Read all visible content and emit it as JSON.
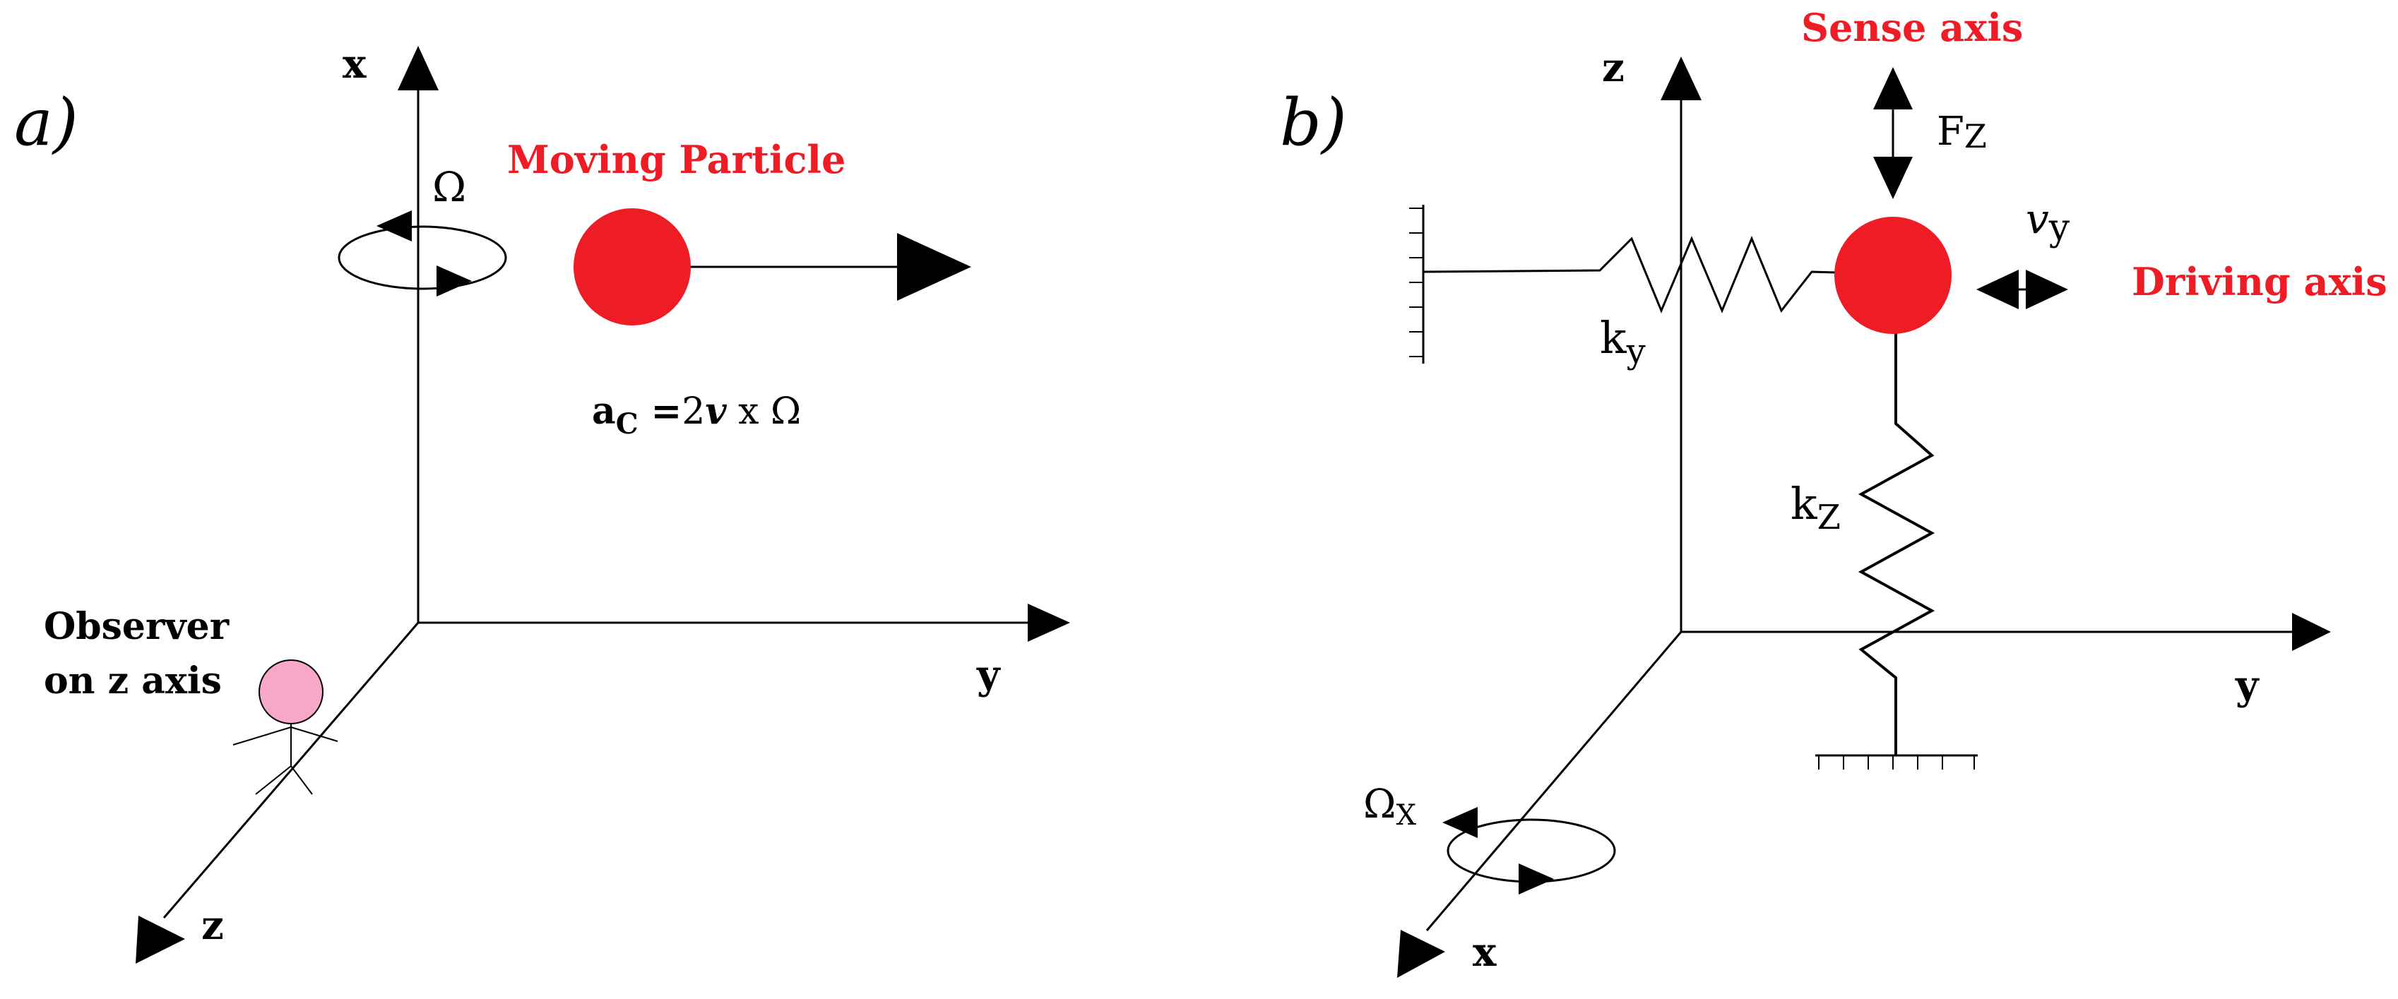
{
  "colors": {
    "accent_red": "#ee1c25",
    "observer_pink": "#f7a8c8",
    "line": "#000000",
    "background": "#ffffff"
  },
  "panel_a": {
    "label": "a)",
    "axis_x": "x",
    "axis_y": "y",
    "axis_z": "z",
    "omega": "Ω",
    "particle_label": "Moving Particle",
    "formula": {
      "a": "a",
      "sub": "C",
      "eq": " =",
      "two": "2",
      "v": "v",
      "times": " x ",
      "omega": "Ω"
    },
    "observer_line1": "Observer",
    "observer_line2": "on z axis"
  },
  "panel_b": {
    "label": "b)",
    "axis_z": "z",
    "axis_y": "y",
    "axis_x": "x",
    "sense_axis": "Sense axis",
    "driving_axis": "Driving axis",
    "fz": {
      "main": "F",
      "sub": "Z"
    },
    "vy": {
      "main": "v",
      "sub": "y"
    },
    "ky": {
      "main": "k",
      "sub": "y"
    },
    "kz": {
      "main": "k",
      "sub": "Z"
    },
    "omega_x": {
      "main": "Ω",
      "sub": "X"
    }
  }
}
